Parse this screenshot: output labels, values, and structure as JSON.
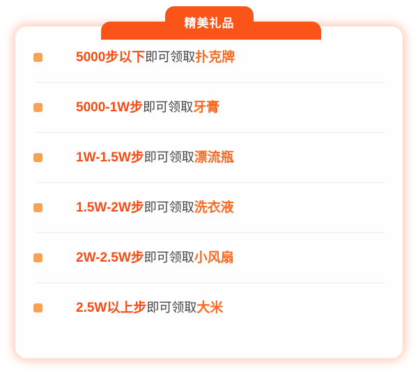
{
  "banner": {
    "title": "精美礼品",
    "accent_color": "#fa5419"
  },
  "card": {
    "background_color": "#fefefe",
    "glow_color": "#fa6e3c",
    "divider_color": "#ececec"
  },
  "list": {
    "bullet_color": "#f7a356",
    "range_color": "#fa4a12",
    "middle_color": "#444444",
    "prize_color": "#fa6a22",
    "items": [
      {
        "range": "5000步以下",
        "middle": "即可领取",
        "prize": "扑克牌"
      },
      {
        "range": "5000-1W步",
        "middle": "即可领取",
        "prize": "牙膏"
      },
      {
        "range": "1W-1.5W步",
        "middle": "即可领取",
        "prize": "漂流瓶"
      },
      {
        "range": "1.5W-2W步",
        "middle": "即可领取",
        "prize": "洗衣液"
      },
      {
        "range": "2W-2.5W步",
        "middle": "即可领取",
        "prize": "小风扇"
      },
      {
        "range": "2.5W以上步",
        "middle": "即可领取",
        "prize": "大米"
      }
    ]
  }
}
